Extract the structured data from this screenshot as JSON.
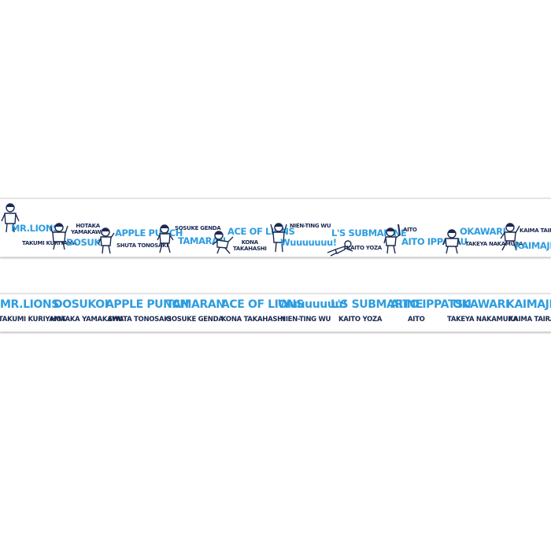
{
  "tape_illustrated": {
    "labels": [
      {
        "nickname": "MR.LIONS",
        "player": "TAKUMI KURIYAMA"
      },
      {
        "nickname": "DOSUKOI",
        "player_line1": "HOTAKA",
        "player_line2": "YAMAKAWA"
      },
      {
        "nickname": "APPLE PUNCH",
        "player": "SHUTA TONOSAKI"
      },
      {
        "nickname": "TAMARAN",
        "player": "SOSUKE GENDA"
      },
      {
        "nickname": "ACE OF LIONS",
        "player_line1": "KONA",
        "player_line2": "TAKAHASHI"
      },
      {
        "nickname": "Wuuuuuuu!",
        "player": "NIEN-TING WU"
      },
      {
        "nickname": "L'S SUBMARINE",
        "player": "KAITO YOZA"
      },
      {
        "nickname": "AITO IPPATSU",
        "player": "AITO"
      },
      {
        "nickname": "OKAWARI",
        "player": "TAKEYA NAKAMURA"
      },
      {
        "nickname": "KAIMAJI",
        "player": "KAIMA TAIRA"
      }
    ]
  },
  "tape_names": {
    "labels": [
      {
        "nickname": "MR.LIONS",
        "player": "TAKUMI KURIYAMA"
      },
      {
        "nickname": "DOSUKOI",
        "player": "HOTAKA YAMAKAWA"
      },
      {
        "nickname": "APPLE PUNCH",
        "player": "SHUTA TONOSAKI"
      },
      {
        "nickname": "TAMARAN",
        "player": "SOSUKE GENDA"
      },
      {
        "nickname": "ACE OF LIONS",
        "player": "KONA TAKAHASHI"
      },
      {
        "nickname": "Wuuuuuuu!",
        "player": "NIEN-TING WU"
      },
      {
        "nickname": "L'S SUBMARINE",
        "player": "KAITO YOZA"
      },
      {
        "nickname": "AITO IPPATSU",
        "player": "AITO"
      },
      {
        "nickname": "OKAWARI",
        "player": "TAKEYA NAKAMURA"
      },
      {
        "nickname": "KAIMAJI",
        "player": "KAIMA TAIRA"
      }
    ]
  },
  "colors": {
    "nickname_blue": "#2d9de0",
    "player_navy": "#1b2a52",
    "tape_white": "#ffffff"
  }
}
